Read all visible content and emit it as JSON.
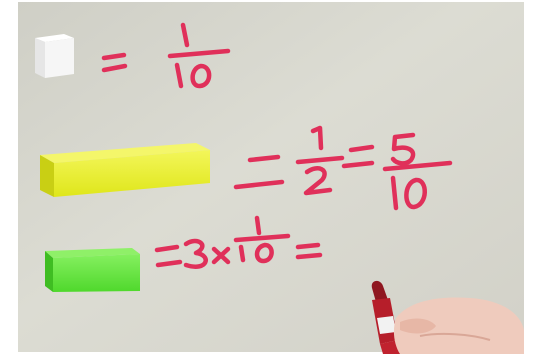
{
  "scene": {
    "row1": {
      "numerator": "1",
      "denominator": "10"
    },
    "row2": {
      "numerator1": "1",
      "denominator1": "2",
      "numerator2": "5",
      "denominator2": "10"
    },
    "row3": {
      "multiplier": "3",
      "numerator": "1",
      "denominator": "10"
    }
  },
  "colors": {
    "board": "#d9d8cf",
    "ink": "#e0305a",
    "cube": "#f4f4f4",
    "yellow_rod": "#e8ee1f",
    "green_rod": "#5ee43a",
    "marker_red": "#b01c28",
    "hand": "#f2cfc0"
  }
}
